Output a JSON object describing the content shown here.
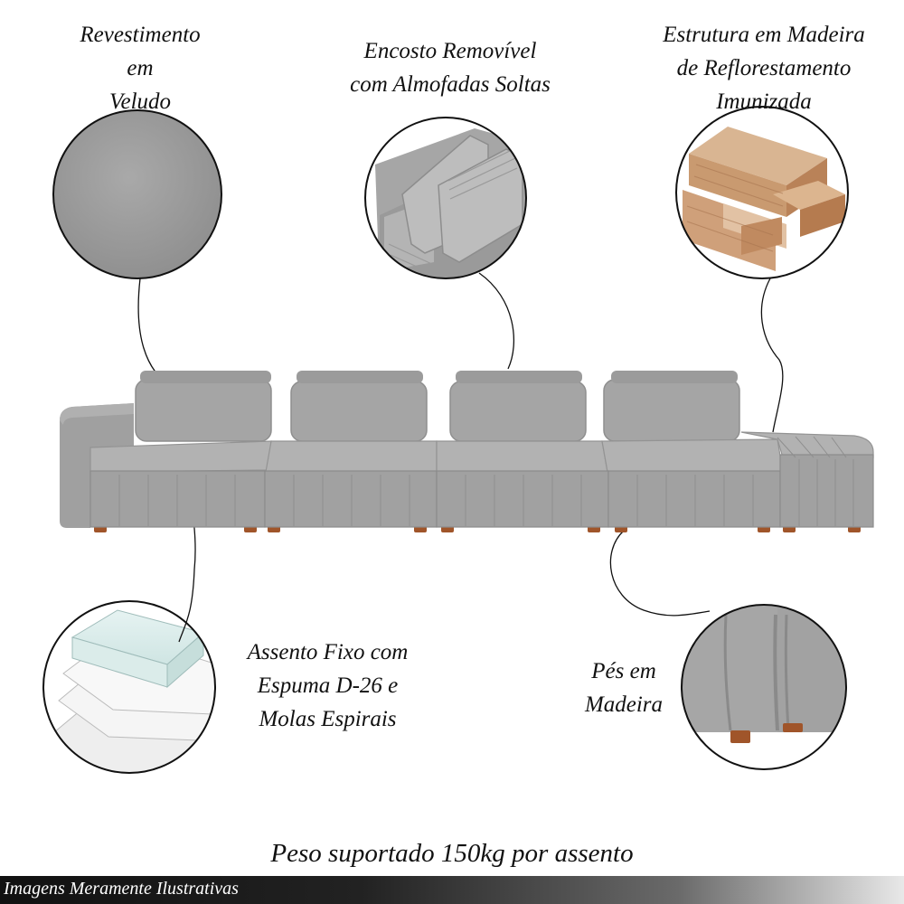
{
  "callouts": {
    "velvet": [
      "Revestimento",
      "em",
      "Veludo"
    ],
    "backrest": [
      "Encosto Removível",
      "com Almofadas Soltas"
    ],
    "wood": [
      "Estrutura em Madeira",
      "de Reflorestamento",
      "Imunizada"
    ],
    "seat": [
      "Assento Fixo com",
      "Espuma D-26 e",
      "Molas Espirais"
    ],
    "feet": [
      "Pés em",
      "Madeira"
    ]
  },
  "weight_note": "Peso suportado 150kg por assento",
  "footer_note": "Imagens Meramente Ilustrativas",
  "colors": {
    "upholstery": "#a3a3a3",
    "upholstery_dark": "#8c8c8c",
    "wood_feet": "#a0552a",
    "wood_plank": "#d2a57c"
  }
}
